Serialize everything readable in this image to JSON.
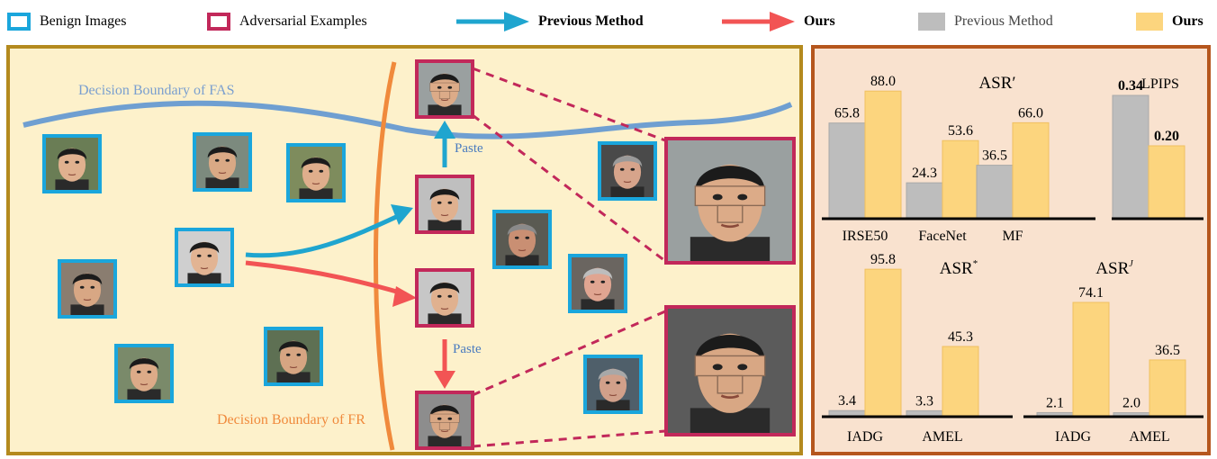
{
  "legend": {
    "benign": "Benign Images",
    "adversarial": "Adversarial Examples",
    "prev_arrow": "Previous Method",
    "ours_arrow": "Ours",
    "prev_bar": "Previous Method",
    "ours_bar": "Ours"
  },
  "diagram": {
    "fas_boundary": "Decision Boundary of FAS",
    "fr_boundary": "Decision Boundary of FR",
    "paste_top": "Paste",
    "paste_bottom": "Paste"
  },
  "colors": {
    "benign_border": "#1aa6dc",
    "adv_border": "#c2285a",
    "prev_arrow": "#1fa5cf",
    "ours_arrow": "#f25454",
    "prev_bar": "#bdbdbd",
    "ours_bar": "#fcd57e",
    "fas_line": "#6f9fd1",
    "fr_line": "#f08a3c"
  },
  "chart_data": [
    {
      "type": "bar",
      "title": "ASR′",
      "categories": [
        "IRSE50",
        "FaceNet",
        "MF"
      ],
      "series": [
        {
          "name": "Previous Method",
          "values": [
            65.8,
            24.3,
            36.5
          ]
        },
        {
          "name": "Ours",
          "values": [
            88.0,
            53.6,
            66.0
          ]
        }
      ],
      "labels": [
        [
          "65.8",
          "88.0"
        ],
        [
          "24.3",
          "53.6"
        ],
        [
          "36.5",
          "66.0"
        ]
      ]
    },
    {
      "type": "bar",
      "title": "LPIPS",
      "categories": [
        ""
      ],
      "series": [
        {
          "name": "Previous Method",
          "values": [
            0.34
          ]
        },
        {
          "name": "Ours",
          "values": [
            0.2
          ]
        }
      ],
      "labels": [
        [
          "0.34",
          "0.20"
        ]
      ]
    },
    {
      "type": "bar",
      "title": "ASR*",
      "categories": [
        "IADG",
        "AMEL"
      ],
      "series": [
        {
          "name": "Previous Method",
          "values": [
            3.4,
            3.3
          ]
        },
        {
          "name": "Ours",
          "values": [
            95.8,
            45.3
          ]
        }
      ],
      "labels": [
        [
          "3.4",
          "95.8"
        ],
        [
          "3.3",
          "45.3"
        ]
      ]
    },
    {
      "type": "bar",
      "title": "ASRJ",
      "categories": [
        "IADG",
        "AMEL"
      ],
      "series": [
        {
          "name": "Previous Method",
          "values": [
            2.1,
            2.0
          ]
        },
        {
          "name": "Ours",
          "values": [
            74.1,
            36.5
          ]
        }
      ],
      "labels": [
        [
          "2.1",
          "74.1"
        ],
        [
          "2.0",
          "36.5"
        ]
      ]
    }
  ]
}
